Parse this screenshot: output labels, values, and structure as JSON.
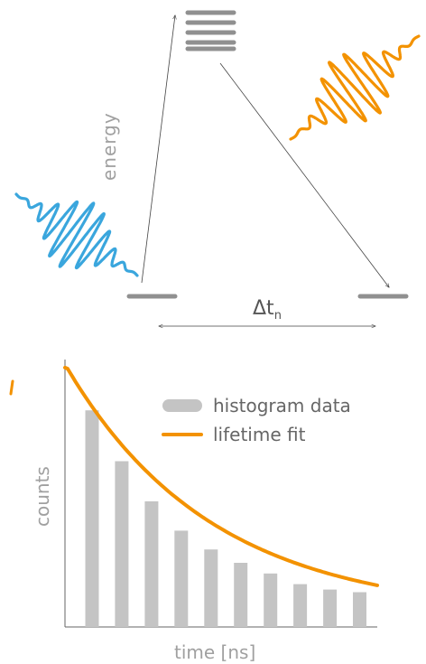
{
  "diagram": {
    "energy_label": "energy",
    "delta_t_label": "Δt",
    "delta_t_subscript": "n",
    "colors": {
      "excitation_wave": "#3aa6dd",
      "emission_wave": "#f39200",
      "level": "#909090",
      "arrow": "#444444"
    }
  },
  "chart_data": {
    "type": "bar",
    "x": [
      1,
      2,
      3,
      4,
      5,
      6,
      7,
      8,
      9,
      10
    ],
    "values": [
      0.81,
      0.62,
      0.47,
      0.36,
      0.29,
      0.24,
      0.2,
      0.16,
      0.14,
      0.13
    ],
    "fit": {
      "model": "exponential decay",
      "x_range": [
        0,
        10.5
      ]
    },
    "xlabel": "time [ns]",
    "ylabel": "counts",
    "ylim": [
      0,
      1
    ],
    "legend": [
      {
        "label": "histogram data",
        "color": "#c4c4c4"
      },
      {
        "label": "lifetime fit",
        "color": "#f39200"
      }
    ],
    "legend_position": "top-right",
    "grid": false
  }
}
